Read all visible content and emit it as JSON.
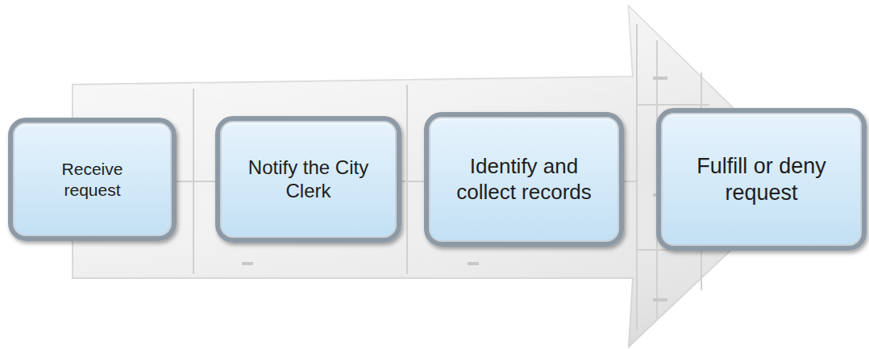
{
  "diagram": {
    "nodes": [
      {
        "text": [
          "Receive request"
        ]
      },
      {
        "text": [
          "Notify the City Clerk"
        ]
      },
      {
        "text": [
          "Identify and collect records"
        ]
      },
      {
        "text": [
          "Fulfill or deny request"
        ]
      }
    ]
  }
}
